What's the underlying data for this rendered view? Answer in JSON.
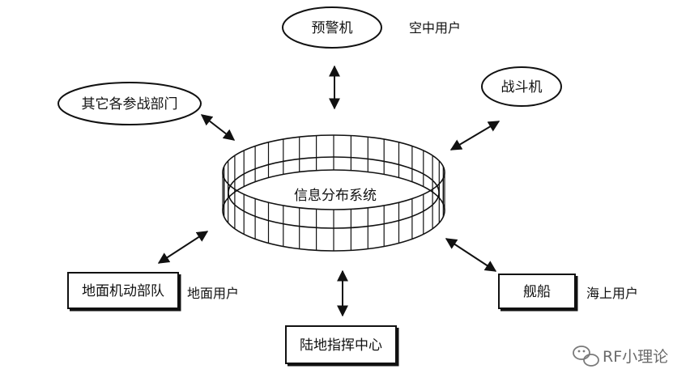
{
  "center": {
    "label": "信息分布系统"
  },
  "nodes": {
    "early_warning": {
      "label": "预警机",
      "caption": "空中用户"
    },
    "fighter": {
      "label": "战斗机"
    },
    "other_units": {
      "label": "其它各参战部门"
    },
    "ground_mobile": {
      "label": "地面机动部队",
      "caption": "地面用户"
    },
    "ship": {
      "label": "舰船",
      "caption": "海上用户"
    },
    "land_command": {
      "label": "陆地指挥中心"
    }
  },
  "watermark": {
    "text": "RF小理论",
    "icon": "wechat-bubble-icon"
  },
  "colors": {
    "ink": "#111111",
    "watermark": "#6a6a6a",
    "background": "#ffffff"
  }
}
